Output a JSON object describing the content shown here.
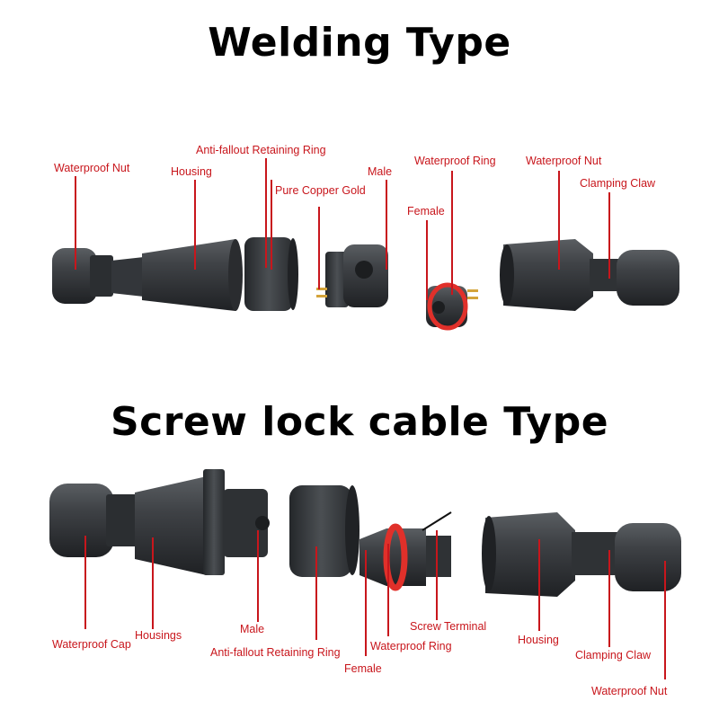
{
  "sections": {
    "welding": {
      "title": "Welding Type",
      "labels": {
        "waterproof_nut": "Waterproof Nut",
        "housing": "Housing",
        "anti_fallout": "Anti-fallout Retaining Ring",
        "pure_copper": "Pure Copper Gold",
        "male": "Male",
        "waterproof_ring": "Waterproof Ring",
        "female": "Female",
        "waterproof_nut_2": "Waterproof Nut",
        "clamping_claw": "Clamping Claw"
      }
    },
    "screw": {
      "title": "Screw lock cable Type",
      "labels": {
        "waterproof_cap": "Waterproof Cap",
        "housings": "Housings",
        "male": "Male",
        "anti_fallout": "Anti-fallout Retaining Ring",
        "waterproof_ring": "Waterproof Ring",
        "female": "Female",
        "screw_terminal": "Screw Terminal",
        "housing": "Housing",
        "clamping_claw": "Clamping Claw",
        "waterproof_nut": "Waterproof Nut"
      }
    }
  },
  "colors": {
    "label": "#c8161c",
    "part": "#3a3d40",
    "seal": "#e0302a",
    "pin": "#d4a43a"
  }
}
